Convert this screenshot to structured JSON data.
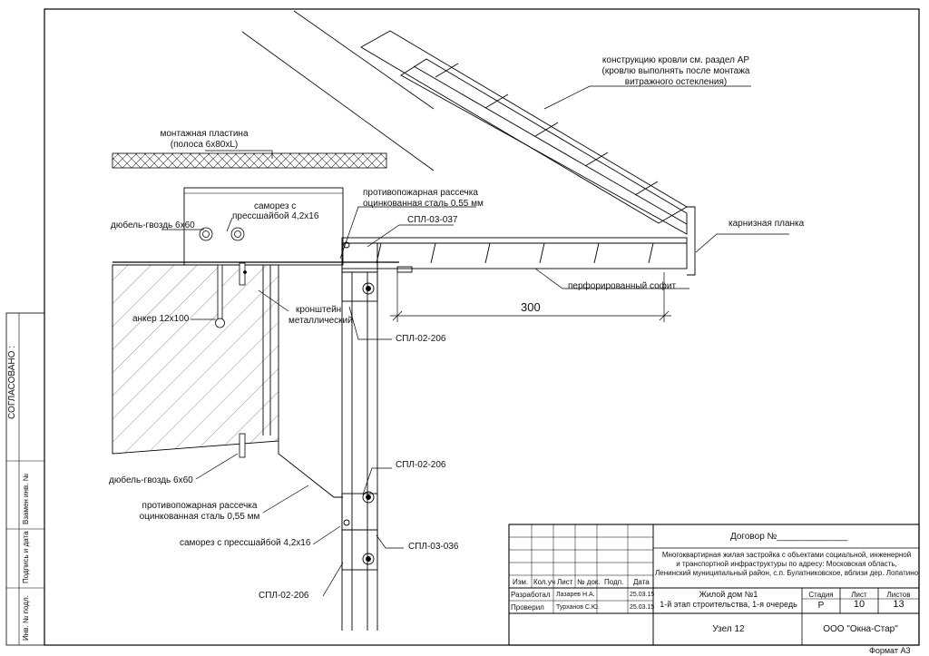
{
  "callouts": {
    "roof_1": "конструкцию кровли см. раздел АР",
    "roof_2": "(кровлю выполнять после монтажа",
    "roof_3": "витражного остекления)",
    "plate_1": "монтажная пластина",
    "plate_2": "(полоса 6х80хL)",
    "screw_top_1": "саморез с",
    "screw_top_2": "прессшайбой 4,2х16",
    "fire_top_1": "противопожарная рассечка",
    "fire_top_2": "оцинкованная сталь 0,55 мм",
    "dowel_top": "дюбель-гвоздь 6х60",
    "spl_037": "СПЛ-03-037",
    "eaves": "карнизная планка",
    "soffit": "перфорированный софит",
    "dim_300": "300",
    "anchor": "анкер 12х100",
    "bracket_1": "кронштейн",
    "bracket_2": "металлический",
    "spl_206_a": "СПЛ-02-206",
    "spl_206_b": "СПЛ-02-206",
    "dowel_bottom": "дюбель-гвоздь 6х60",
    "fire_bottom_1": "противопожарная рассечка",
    "fire_bottom_2": "оцинкованная сталь 0,55 мм",
    "screw_bottom": "саморез с прессшайбой 4,2х16",
    "spl_036": "СПЛ-03-036",
    "spl_206_c": "СПЛ-02-206"
  },
  "side_stamp": {
    "agreed": "СОГЛАСОВАНО :",
    "replace": "Взамен инв. №",
    "sign": "Подпись и дата",
    "inv": "Инв. № подл."
  },
  "title_block": {
    "contract": "Договор №______________",
    "project_1": "Многоквартирная жилая застройка с объектами социальной, инженерной",
    "project_2": "и транспортной инфраструктуры по адресу: Московская область,",
    "project_3": "Ленинский муниципальный район, с.п. Булатниковское, вблизи дер. Лопатино",
    "cols": [
      "Изм.",
      "Кол.уч",
      "Лист",
      "№ док.",
      "Подп.",
      "Дата"
    ],
    "row1": {
      "role": "Разработал",
      "name": "Лазарев Н.А.",
      "date": "25.03.15"
    },
    "row2": {
      "role": "Проверил",
      "name": "Турханов С.Ю.",
      "date": "25.03.15"
    },
    "object_1": "Жилой дом №1",
    "object_2": "1-й этап строительства, 1-я очередь",
    "stage_hdr": "Стадия",
    "sheet_hdr": "Лист",
    "sheets_hdr": "Листов",
    "stage": "Р",
    "sheet": "10",
    "sheets": "13",
    "node": "Узел 12",
    "company": "ООО \"Окна-Стар\"",
    "format": "Формат А3"
  }
}
